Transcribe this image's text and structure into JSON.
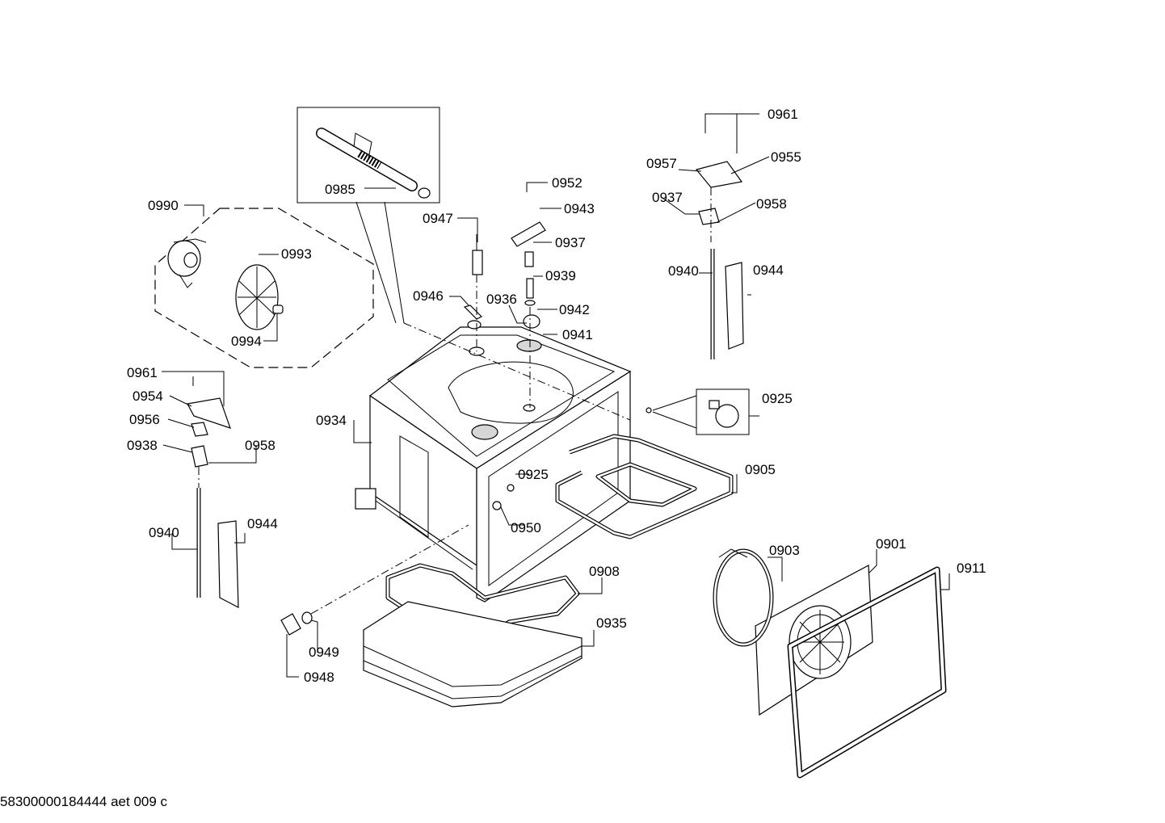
{
  "labels": {
    "p0985": "0985",
    "p0990": "0990",
    "p0993": "0993",
    "p0994": "0994",
    "p0947": "0947",
    "p0952": "0952",
    "p0943": "0943",
    "p0937a": "0937",
    "p0939": "0939",
    "p0946": "0946",
    "p0936": "0936",
    "p0942": "0942",
    "p0941": "0941",
    "p0961a": "0961",
    "p0957a": "0957",
    "p0955": "0955",
    "p0937b": "0937",
    "p0958a": "0958",
    "p0940a": "0940",
    "p0944a": "0944",
    "p0925a": "0925",
    "p0961b": "0961",
    "p0954": "0954",
    "p0956": "0956",
    "p0938": "0938",
    "p0958b": "0958",
    "p0934": "0934",
    "p0925b": "0925",
    "p0905": "0905",
    "p0950": "0950",
    "p0940b": "0940",
    "p0944b": "0944",
    "p0903": "0903",
    "p0901": "0901",
    "p0911": "0911",
    "p0908": "0908",
    "p0935": "0935",
    "p0949": "0949",
    "p0948": "0948"
  },
  "footer": "58300000184444 aet 009 c"
}
